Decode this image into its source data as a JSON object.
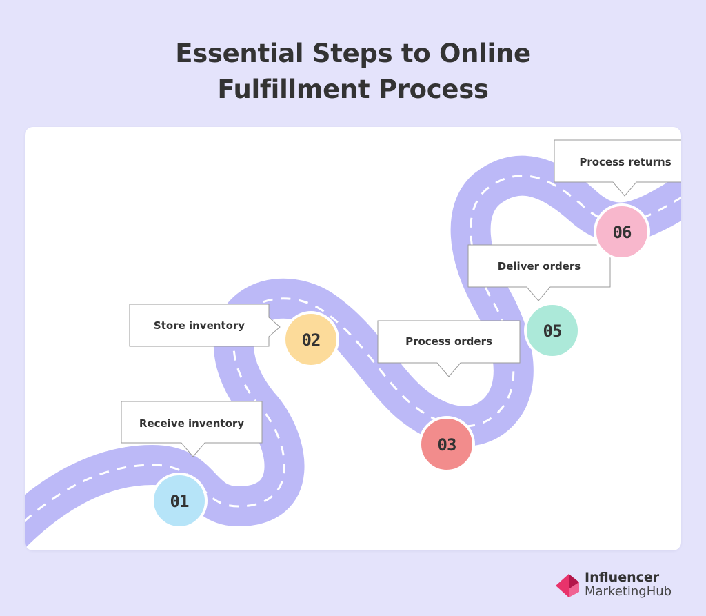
{
  "title_line1": "Essential Steps to Online",
  "title_line2": "Fulfillment Process",
  "steps": [
    {
      "number": "01",
      "label": "Receive inventory",
      "color": "#b6e4f8"
    },
    {
      "number": "02",
      "label": "Store inventory",
      "color": "#fcdb9a"
    },
    {
      "number": "03",
      "label": "Process orders",
      "color": "#f28c8c"
    },
    {
      "number": "05",
      "label": "Deliver orders",
      "color": "#ace9d9"
    },
    {
      "number": "06",
      "label": "Process returns",
      "color": "#f8b7cc"
    }
  ],
  "road_color": "#bcb9f7",
  "brand": {
    "line1": "Influencer",
    "line2": "MarketingHub",
    "color": "#e8336b"
  }
}
